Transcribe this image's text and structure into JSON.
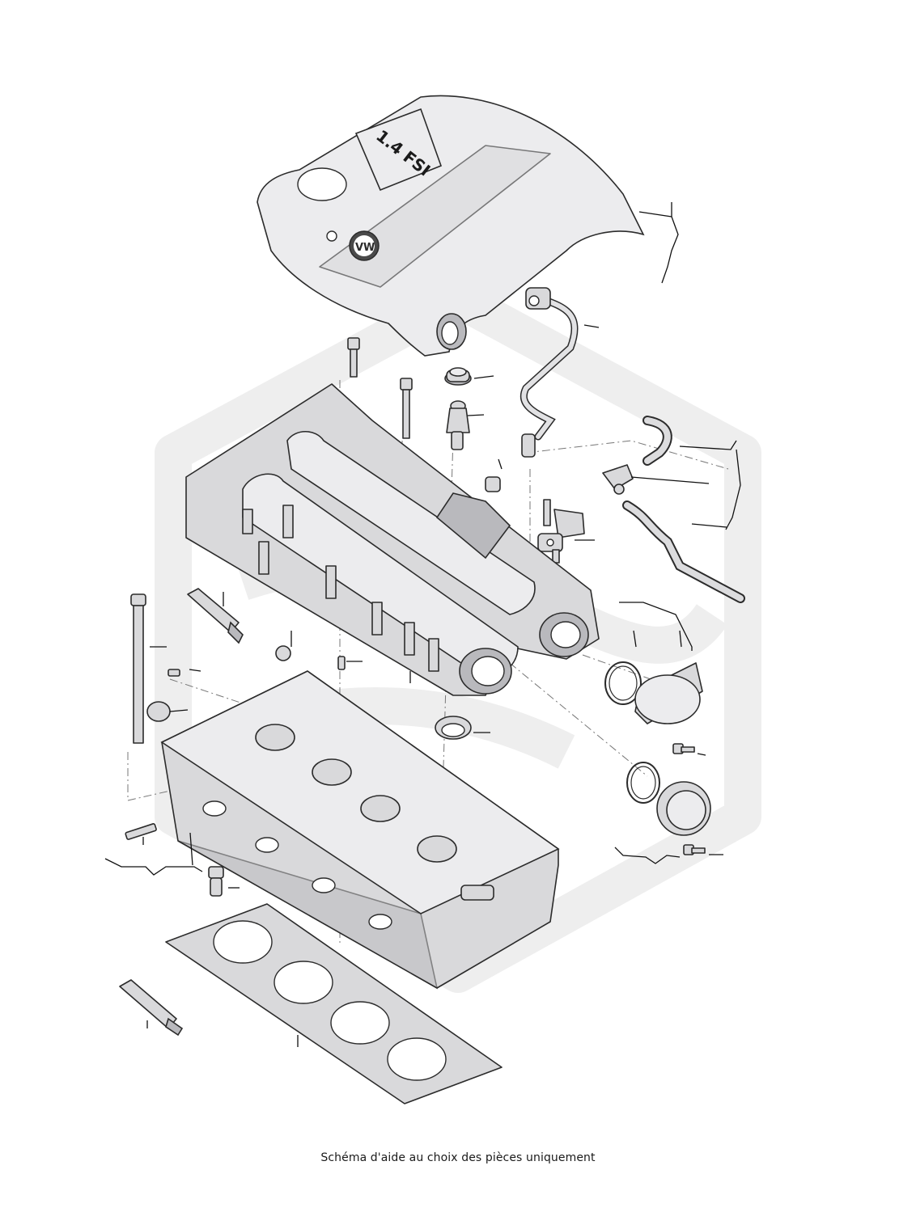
{
  "caption": "Schéma d'aide au choix des pièces uniquement",
  "cover_badge": "1.4 FSI",
  "logo": "VW",
  "colors": {
    "line": "#2b2b2b",
    "fill": "#d9d9db",
    "watermark": "#eeeeee"
  }
}
